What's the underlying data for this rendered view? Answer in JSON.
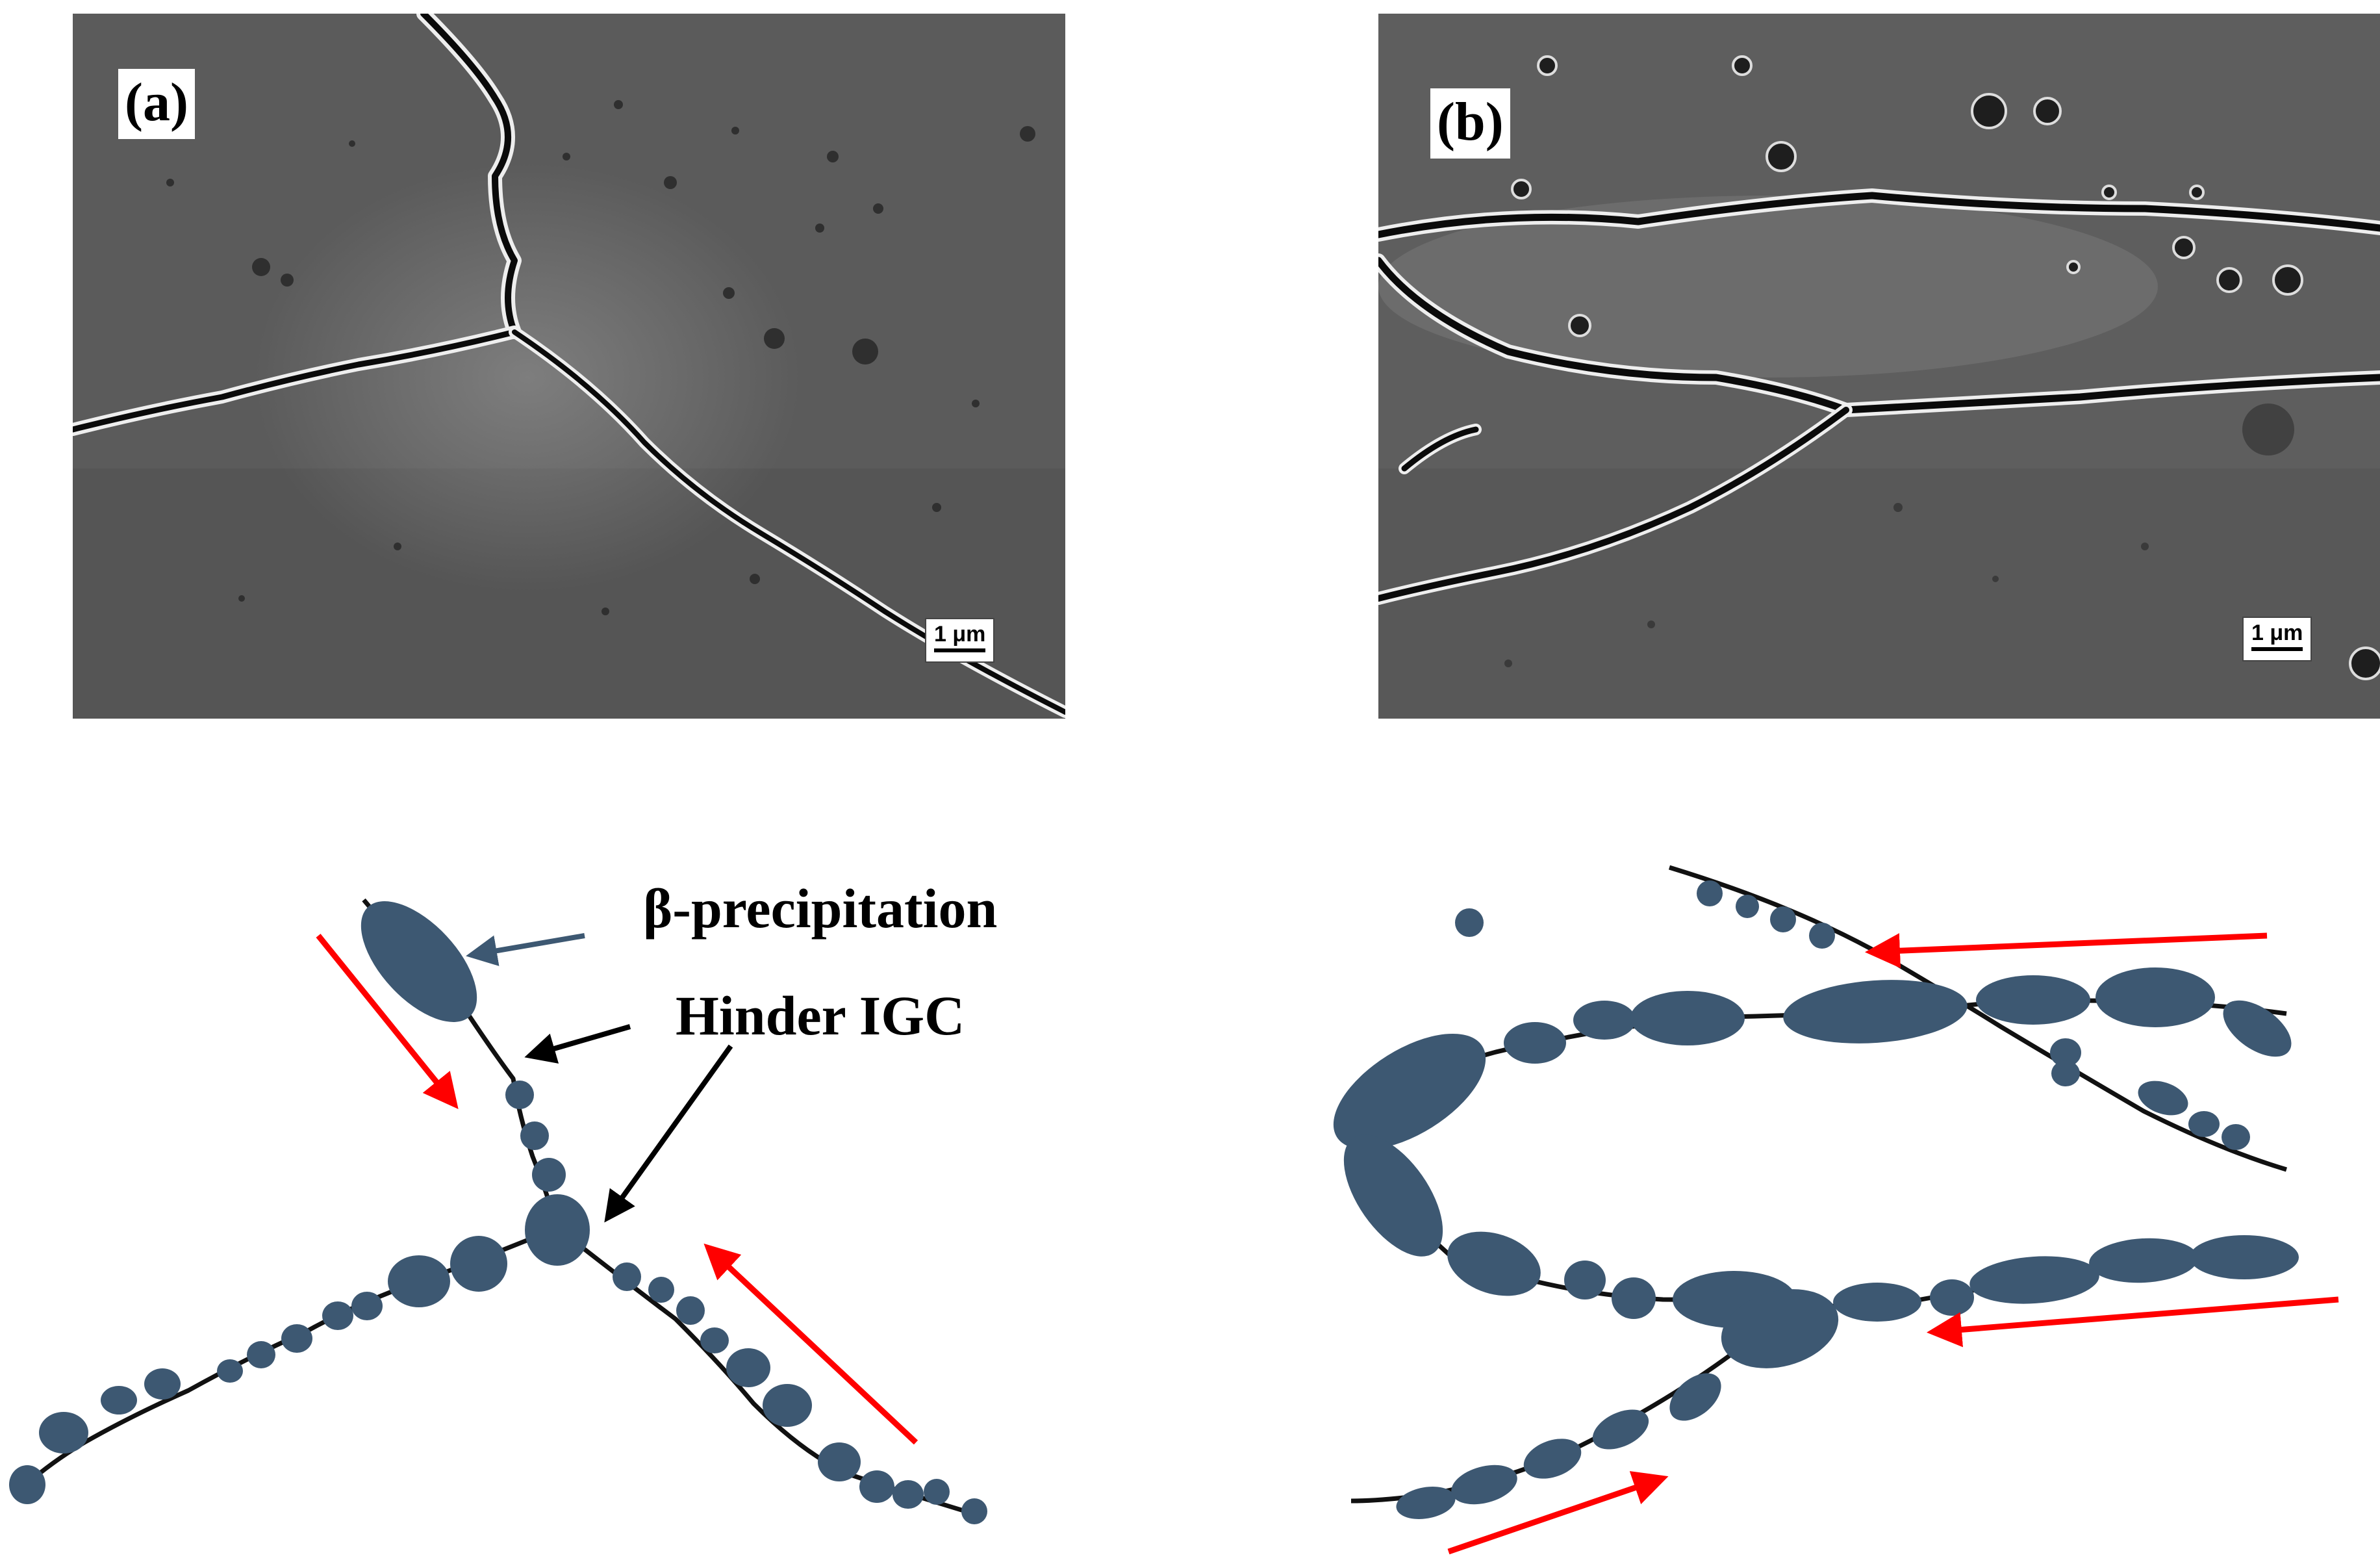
{
  "panels": {
    "a": {
      "label": "(a)",
      "scale_bar": "1 μm"
    },
    "b": {
      "label": "(b)",
      "scale_bar": "1 μm"
    }
  },
  "annotations": {
    "precipitation": "β-precipitation",
    "hinder": "Hinder IGC"
  },
  "colors": {
    "particle": "#3d5872",
    "boundary": "#111111",
    "arrow_red": "#ff0000",
    "arrow_pointer": "#3d5872",
    "sem_background": "#5e5e5e"
  }
}
